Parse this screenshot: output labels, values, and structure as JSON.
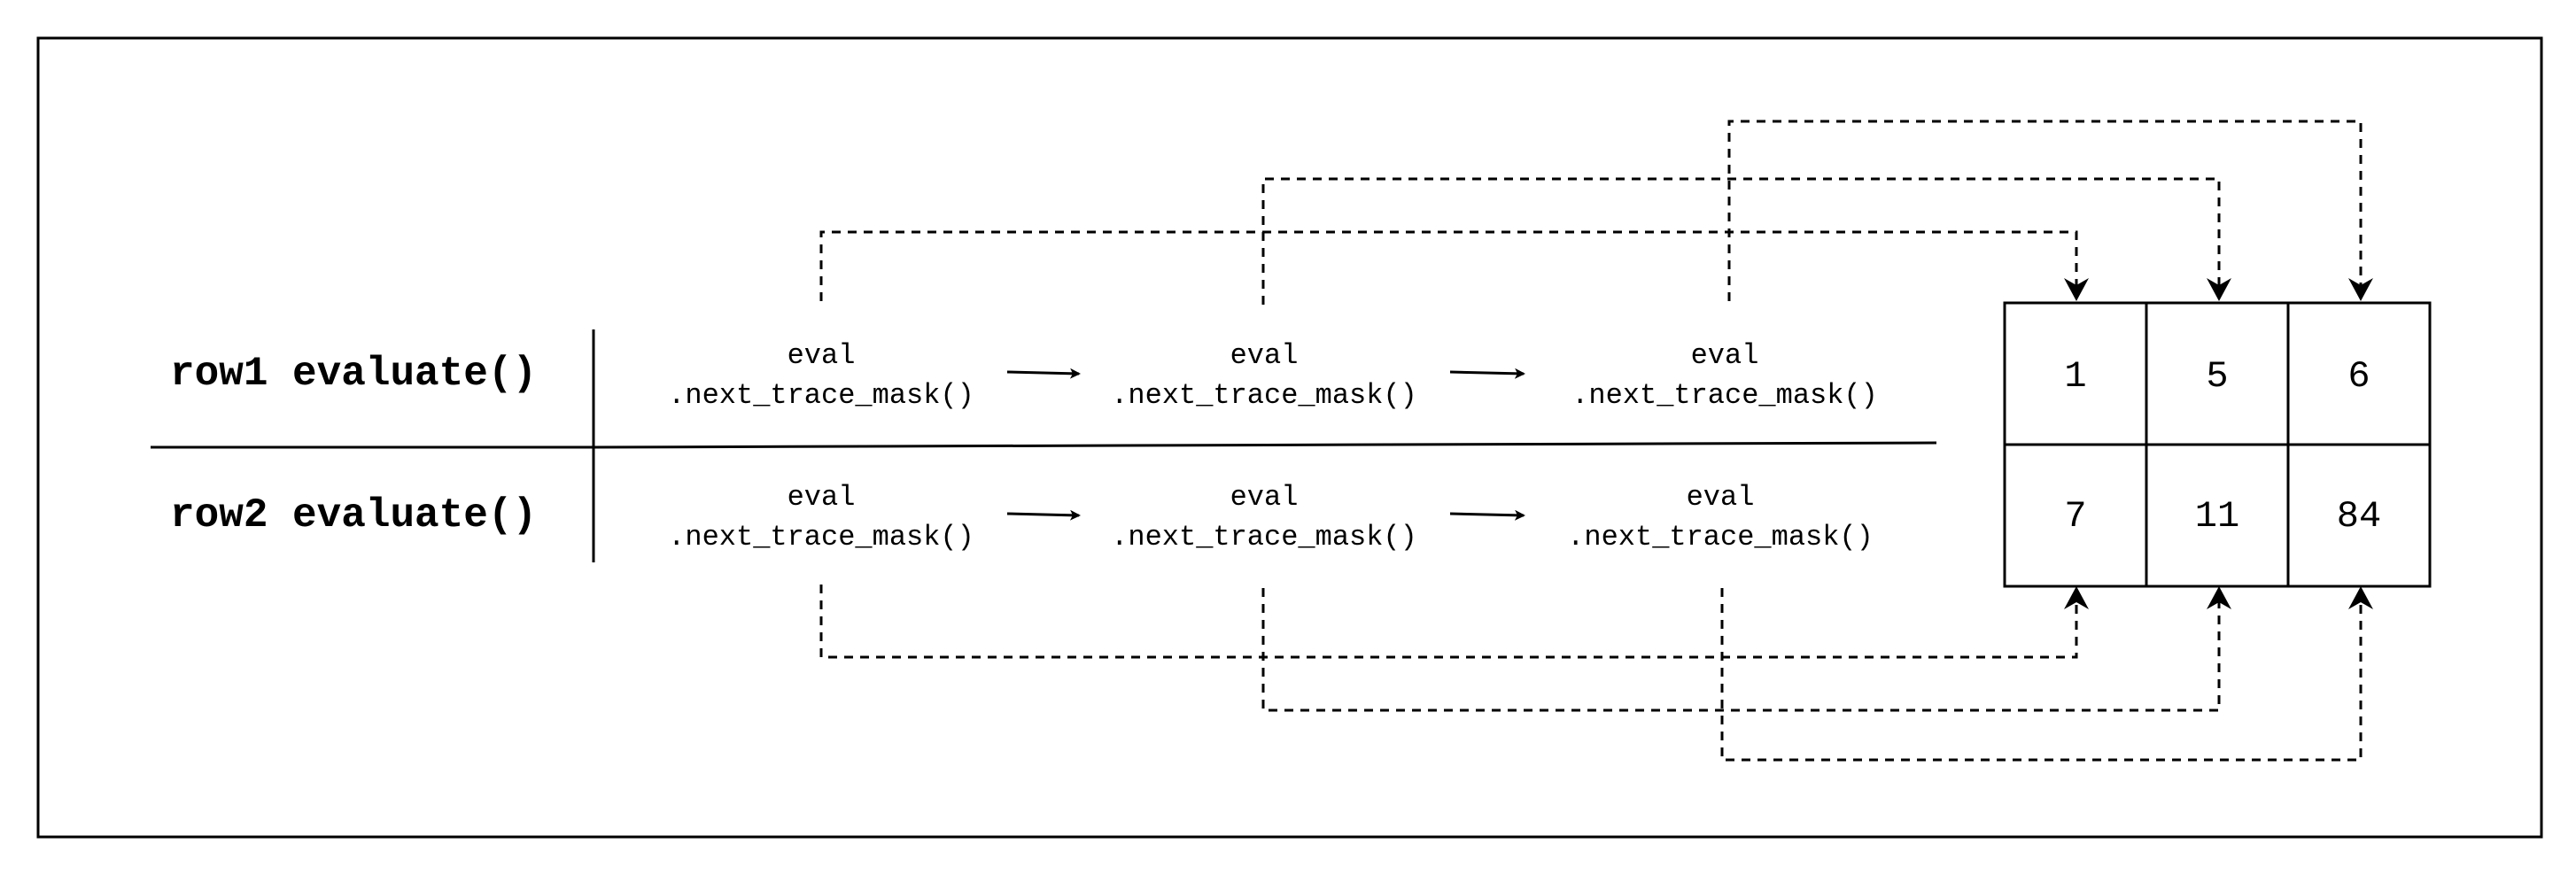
{
  "rows": [
    {
      "label": "row1 evaluate()"
    },
    {
      "label": "row2 evaluate()"
    }
  ],
  "call": {
    "line1": "eval",
    "line2": ".next_trace_mask()"
  },
  "table": {
    "cells": [
      [
        "1",
        "5",
        "6"
      ],
      [
        "7",
        "11",
        "84"
      ]
    ]
  },
  "colors": {
    "stroke": "#000000",
    "background": "#ffffff"
  }
}
